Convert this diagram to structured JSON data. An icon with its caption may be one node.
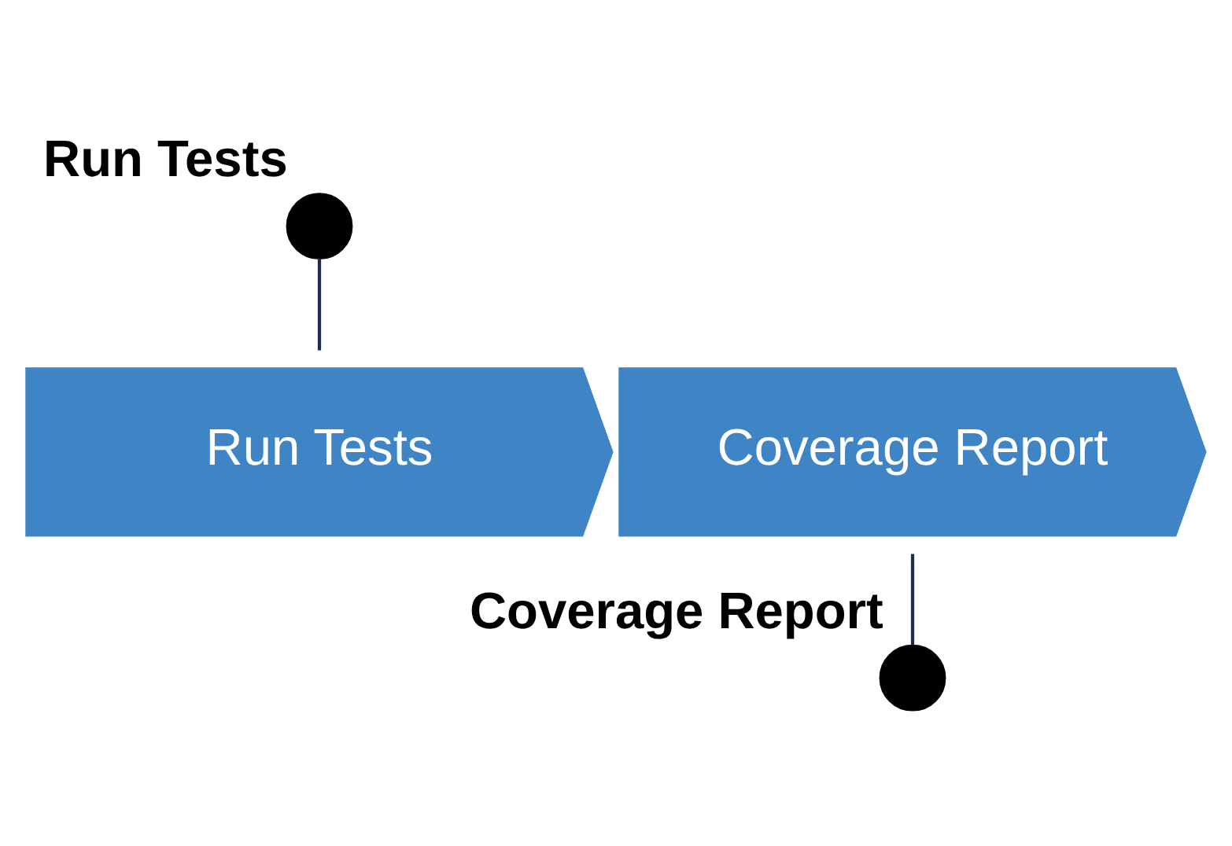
{
  "diagram": {
    "nodes": [
      {
        "text": [
          "Run Tests"
        ]
      },
      {
        "text": [
          "Run Tests"
        ]
      },
      {
        "text": [
          "Coverage Report"
        ]
      },
      {
        "text": [
          "Coverage Report"
        ]
      }
    ],
    "edges": [
      {
        "from": 0,
        "to": 1,
        "arrow": "none"
      },
      {
        "from": 2,
        "to": 3,
        "arrow": "none"
      }
    ]
  }
}
